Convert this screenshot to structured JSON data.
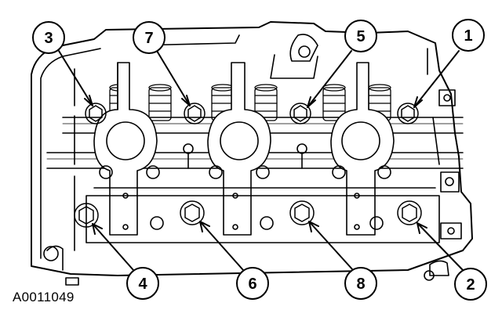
{
  "figure": {
    "reference_id": "A0011049",
    "callouts": [
      {
        "label": "1",
        "target": "bolt"
      },
      {
        "label": "2",
        "target": "bolt"
      },
      {
        "label": "3",
        "target": "bolt"
      },
      {
        "label": "4",
        "target": "bolt"
      },
      {
        "label": "5",
        "target": "bolt"
      },
      {
        "label": "6",
        "target": "bolt"
      },
      {
        "label": "7",
        "target": "bolt"
      },
      {
        "label": "8",
        "target": "bolt"
      }
    ],
    "colors": {
      "line": "#000000",
      "background": "#ffffff"
    }
  }
}
